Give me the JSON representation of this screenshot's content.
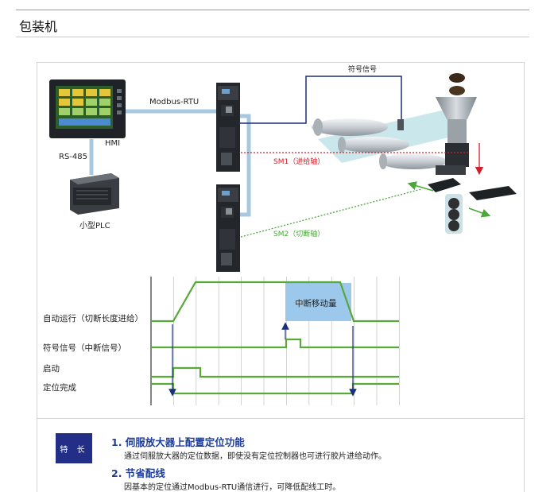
{
  "page_title": "包装机",
  "diagram": {
    "hmi_label": "HMI",
    "rs485_label": "RS-485",
    "plc_label": "小型PLC",
    "modbus_label": "Modbus-RTU",
    "symbol_signal_label": "符号信号",
    "sm1_label": "SM1（进给轴）",
    "sm2_label": "SM2（切断轴）",
    "colors": {
      "cable": "#a8c8e0",
      "sm1": "#d0202a",
      "sm2": "#4aa838",
      "signal_line": "#1c2f7a"
    }
  },
  "timing": {
    "signals": [
      "自动运行（切断长度进给）",
      "符号信号（中断信号）",
      "启动",
      "定位完成"
    ],
    "interrupt_label": "中断移动量",
    "colors": {
      "trace": "#5aa83a",
      "arrow": "#1c2f7a",
      "highlight": "#9cc8ec",
      "grid": "#c8c8c8"
    }
  },
  "features": {
    "badge": "特 长",
    "items": [
      {
        "title": "1. 伺服放大器上配置定位功能",
        "desc": "通过伺服放大器的定位数据，即使没有定位控制器也可进行胶片进给动作。"
      },
      {
        "title": "2. 节省配线",
        "desc": "因基本的定位通过Modbus-RTU通信进行，可降低配线工时。"
      }
    ]
  }
}
